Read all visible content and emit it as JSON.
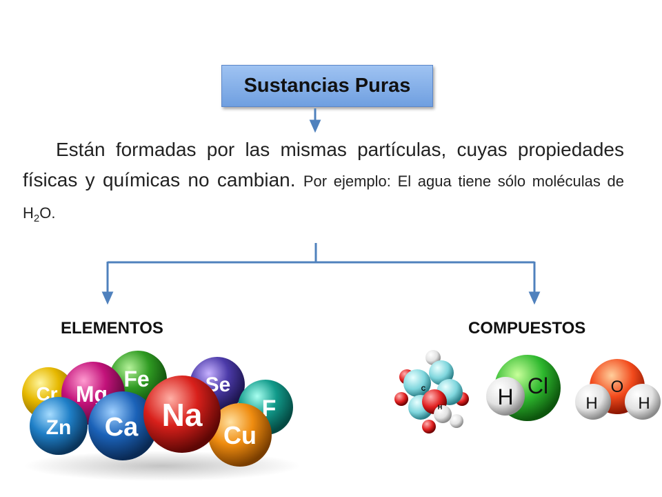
{
  "title": "Sustancias Puras",
  "description": {
    "main": "Están formadas por las mismas partículas, cuyas propiedades físicas y químicas no cambian.",
    "example_prefix": "Por ejemplo: El agua tiene sólo moléculas de H",
    "subscript": "2",
    "example_suffix": "O."
  },
  "branches": {
    "left_label": "ELEMENTOS",
    "right_label": "COMPUESTOS"
  },
  "elements": [
    "Fe",
    "Mg",
    "Cr",
    "Se",
    "F",
    "Zn",
    "Ca",
    "Na",
    "Cu"
  ],
  "molecules": {
    "ring_atoms": [
      "C",
      "H"
    ],
    "hcl": [
      "H",
      "Cl"
    ],
    "water": [
      "O",
      "H",
      "H"
    ]
  },
  "colors": {
    "box_top": "#9fc3f2",
    "box_bottom": "#6f9fe0",
    "connector": "#4f81bd"
  }
}
